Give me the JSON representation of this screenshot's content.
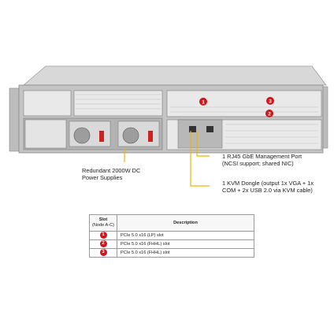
{
  "callouts": {
    "power": [
      "Redundant 2000W DC",
      "Power Supplies"
    ],
    "mgmt_port": [
      "1 RJ45 GbE Management Port",
      "(NCSI support; shared NIC)"
    ],
    "kvm": [
      "1 KVM Dongle (output 1x VGA + 1x",
      "COM + 2x USB 2.0 via KVM cable)"
    ]
  },
  "slot_table": {
    "header_slot": "Slot",
    "header_slot_sub": "(Node A-C)",
    "header_description": "Description",
    "rows": [
      {
        "num": "1",
        "desc": "PCIe 5.0 x16 (LP) slot"
      },
      {
        "num": "2",
        "desc": "PCIe 5.0 x16 (FHHL) slot"
      },
      {
        "num": "3",
        "desc": "PCIe 5.0 x16 (FHHL) slot"
      }
    ]
  },
  "chassis_badges": [
    "1",
    "3",
    "2"
  ],
  "colors": {
    "badge": "#d0151b",
    "leader": "#f0b400",
    "chassis": "#c9c9c9"
  }
}
